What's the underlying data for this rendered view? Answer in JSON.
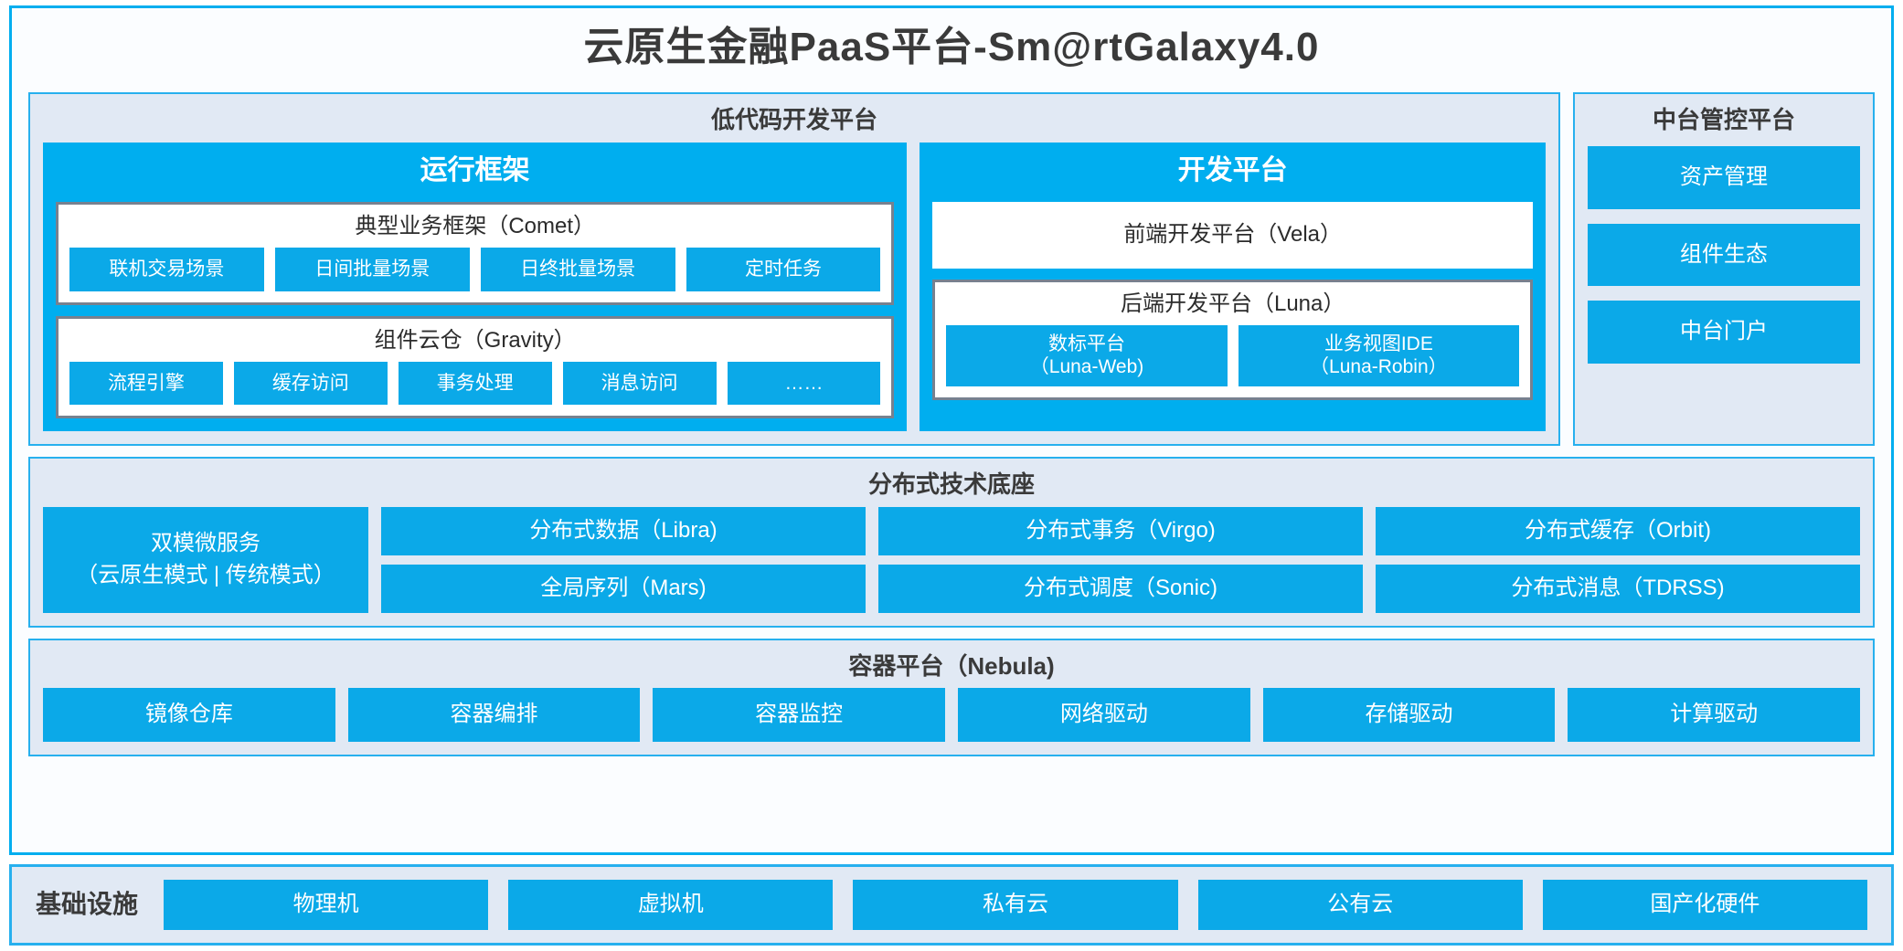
{
  "app": {
    "title": "云原生金融PaaS平台-Sm@rtGalaxy4.0"
  },
  "colors": {
    "accent_blue": "#00AEEF",
    "chip_blue": "#0BA9E8",
    "panel_bg": "#E1E9F4",
    "panel_border": "#27B0EE",
    "group_border": "#77818F",
    "text_dark": "#3a3a3a"
  },
  "lowcode": {
    "title": "低代码开发平台",
    "runtime": {
      "title": "运行框架",
      "comet": {
        "title": "典型业务框架（Comet）",
        "chips": [
          "联机交易场景",
          "日间批量场景",
          "日终批量场景",
          "定时任务"
        ]
      },
      "gravity": {
        "title": "组件云仓（Gravity）",
        "chips": [
          "流程引擎",
          "缓存访问",
          "事务处理",
          "消息访问",
          "……"
        ]
      }
    },
    "devplatform": {
      "title": "开发平台",
      "frontend": "前端开发平台（Vela）",
      "backend": {
        "title": "后端开发平台（Luna）",
        "chips": [
          {
            "name": "数标平台",
            "sub": "（Luna-Web)"
          },
          {
            "name": "业务视图IDE",
            "sub": "（Luna-Robin）"
          }
        ]
      }
    }
  },
  "midoffice": {
    "title": "中台管控平台",
    "items": [
      "资产管理",
      "组件生态",
      "中台门户"
    ]
  },
  "techbase": {
    "title": "分布式技术底座",
    "microservice": {
      "line1": "双模微服务",
      "line2": "（云原生模式 | 传统模式）"
    },
    "columns": [
      [
        "分布式数据（Libra)",
        "全局序列（Mars)"
      ],
      [
        "分布式事务（Virgo)",
        "分布式调度（Sonic)"
      ],
      [
        "分布式缓存（Orbit)",
        "分布式消息（TDRSS)"
      ]
    ]
  },
  "container": {
    "title": "容器平台（Nebula)",
    "items": [
      "镜像仓库",
      "容器编排",
      "容器监控",
      "网络驱动",
      "存储驱动",
      "计算驱动"
    ]
  },
  "infrastructure": {
    "label": "基础设施",
    "items": [
      "物理机",
      "虚拟机",
      "私有云",
      "公有云",
      "国产化硬件"
    ]
  }
}
